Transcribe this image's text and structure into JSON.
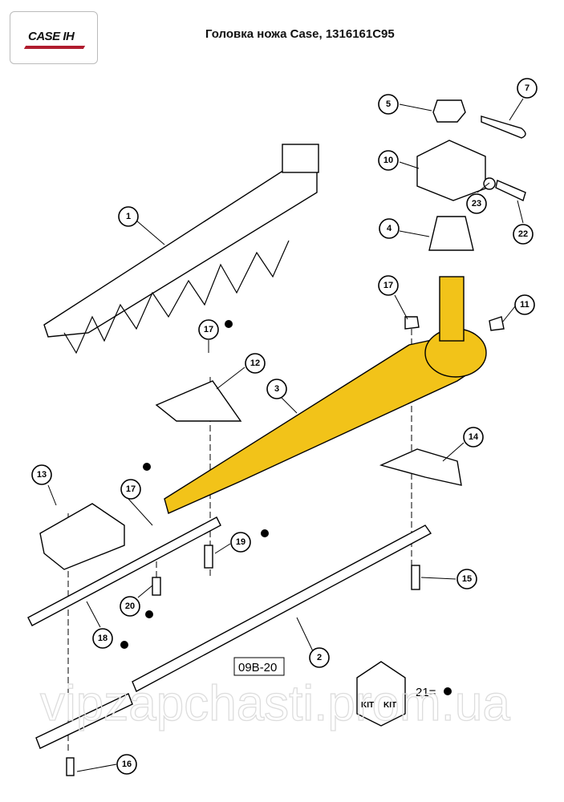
{
  "header": {
    "logo": "CASE IH",
    "title": "Головка ножа Case, 1316161C95"
  },
  "callouts": {
    "c1": "1",
    "c2": "2",
    "c3": "3",
    "c4": "4",
    "c5": "5",
    "c7": "7",
    "c10": "10",
    "c11": "11",
    "c12": "12",
    "c13": "13",
    "c14": "14",
    "c15": "15",
    "c16": "16",
    "c17a": "17",
    "c17b": "17",
    "c17c": "17",
    "c18": "18",
    "c19": "19",
    "c20": "20",
    "c22": "22",
    "c23": "23"
  },
  "ref_box": "09B-20",
  "kit": {
    "label": "KIT",
    "legend": "21="
  },
  "colors": {
    "knife_head": "#f2c319"
  },
  "watermark": "vipzapchasti.prom.ua"
}
